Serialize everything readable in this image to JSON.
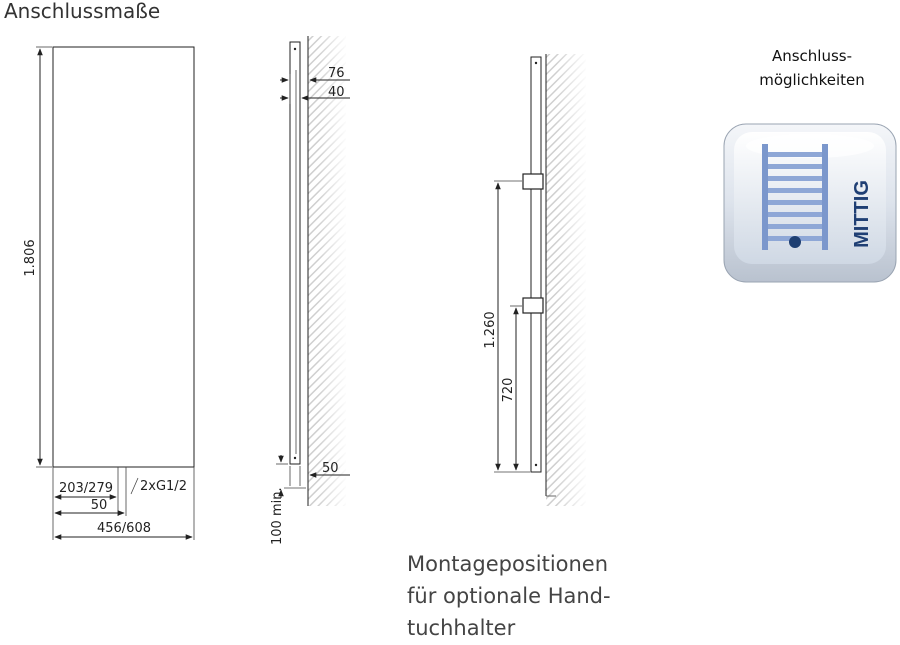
{
  "title": "Anschlussmaße",
  "dimensions": {
    "height_total": "1.806",
    "connection_offset": "203/279",
    "connection_thread": "2xG1/2",
    "connection_spacing": "50",
    "width_total": "456/608",
    "depth_outer": "76",
    "depth_inner": "40",
    "wall_bottom_offset": "50",
    "floor_clearance": "100 min.",
    "holder_upper": "1.260",
    "holder_lower": "720"
  },
  "badge": {
    "label_line1": "Anschluss-",
    "label_line2": "möglichkeiten",
    "text": "MITTIG",
    "colors": {
      "frame": "#6f8fc8",
      "text": "#1f3f74",
      "dot": "#1e3f72"
    }
  },
  "caption": {
    "line1": "Montagepositionen",
    "line2": "für optionale Hand-",
    "line3": "tuchhalter"
  }
}
